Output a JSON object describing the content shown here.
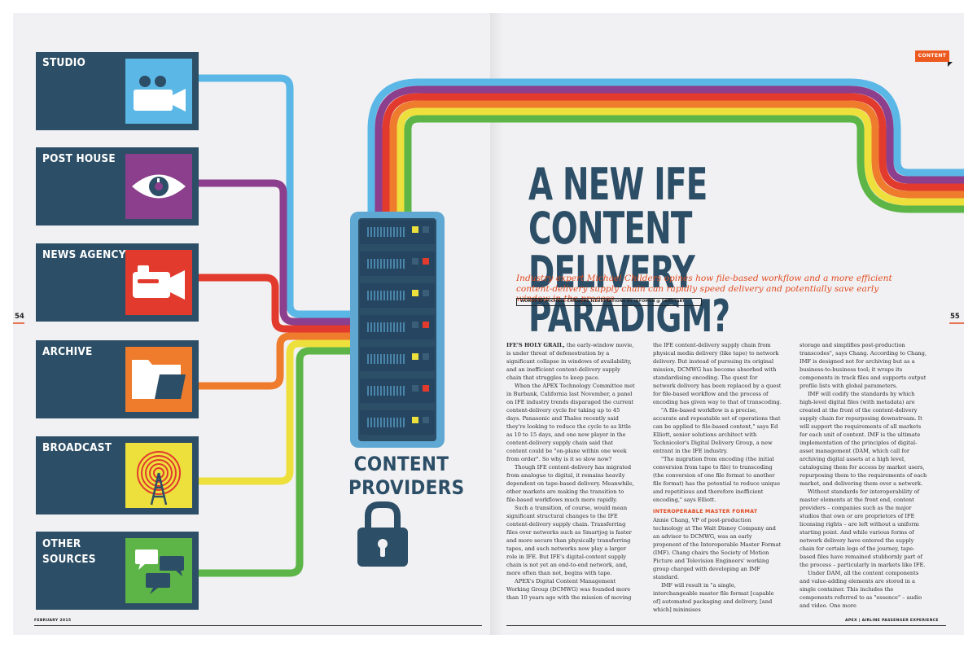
{
  "sources": [
    {
      "label": "STUDIO",
      "icon": "movie-camera-icon",
      "color": "#5bb7e6"
    },
    {
      "label": "POST HOUSE",
      "icon": "eye-icon",
      "color": "#8b3f8c"
    },
    {
      "label": "NEWS AGENCY",
      "icon": "video-camera-icon",
      "color": "#e23b2e"
    },
    {
      "label": "ARCHIVE",
      "icon": "folder-icon",
      "color": "#ee7c2c"
    },
    {
      "label": "BROADCAST",
      "icon": "broadcast-tower-icon",
      "color": "#ede03c"
    },
    {
      "label": "OTHER\nSOURCES",
      "icon": "chat-bubbles-icon",
      "color": "#5cb546"
    }
  ],
  "hub": {
    "title": "CONTENT\nPROVIDERS",
    "icon": "padlock-icon"
  },
  "page_left": {
    "number": "54",
    "footer": "FEBRUARY 2015"
  },
  "page_right": {
    "number": "55",
    "footer": "APEX | AIRLINE PASSENGER EXPERIENCE",
    "section_tag": "CONTENT"
  },
  "article": {
    "headline": "A NEW IFE CONTENT\nDELIVERY PARADIGM?",
    "standfirst": "Industry expert Michael Childers opines how file-based workflow and a more efficient content-delivery supply chain can rapidly speed delivery and potentially save early window in the process",
    "credits": "WORDS BY MICHAEL CHILDERS   ILLUSTRATIONS BY INFOMEN @ DEBUTART",
    "col1": {
      "lead": "IFE'S HOLY GRAIL,",
      "p1": " the early-window movie, is under threat of defenestration by a significant collapse in windows of availability, and an inefficient content-delivery supply chain that struggles to keep pace.",
      "p2": "When the APEX Technology Committee met in Burbank, California last November, a panel on IFE industry trends disparaged the current content-delivery cycle for taking up to 45 days. Panasonic and Thales recently said they're looking to reduce the cycle to as little as 10 to 15 days, and one new player in the content-delivery supply chain said that content could be \"on-plane within one week from order\". So why is it so slow now?",
      "p3": "Though IFE content-delivery has migrated from analogue to digital, it remains heavily dependent on tape-based delivery. Meanwhile, other markets are making the transition to file-based workflows much more rapidly.",
      "p4": "Such a transition, of course, would mean significant structural changes to the IFE content-delivery supply chain. Transferring files over networks such as Smartjog is faster and more secure than physically transferring tapes, and such networks now play a larger role in IFE. But IFE's digital-content supply chain is not yet an end-to-end network, and, more often than not, begins with tape.",
      "p5": "APEX's Digital Content Management Working Group (DCMWG) was founded more than 10 years ago with the mission of moving"
    },
    "col2": {
      "p1": "the IFE content-delivery supply chain from physical media delivery (like tape) to network delivery. But instead of pursuing its original mission, DCMWG has become absorbed with standardising encoding. The quest for network delivery has been replaced by a quest for file-based workflow and the process of encoding has given way to that of transcoding.",
      "p2": "\"A file-based workflow is a precise, accurate and repeatable set of operations that can be applied to file-based content,\" says Ed Elliott, senior solutions architect with Technicolor's Digital Delivery Group, a new entrant in the IFE industry.",
      "p3": "\"The migration from encoding (the initial conversion from tape to file) to transcoding (the conversion of one file format to another file format) has the potential to reduce unique and repetitious and therefore inefficient encoding,\" says Elliott.",
      "subhead": "INTEROPERABLE MASTER FORMAT",
      "p4": "Annie Chang, VP of post-production technology at The Walt Disney Company and an advisor to DCMWG, was an early proponent of the Interoperable Master Format (IMF). Chang chairs the Society of Motion Picture and Television Engineers' working group charged with developing an IMF standard.",
      "p5": "IMF will result in \"a single, interchangeable master file format [capable of] automated packaging and delivery, [and which] minimises"
    },
    "col3": {
      "p1": "storage and simplifies post-production transcodes\", says Chang. According to Chang, IMF is designed not for archiving but as a business-to-business tool; it wraps its components in track files and supports output profile lists with global parameters.",
      "p2": "IMF will codify the standards by which high-level digital files (with metadata) are created at the front of the content-delivery supply chain for repurposing downstream. It will support the requirements of all markets for each unit of content. IMF is the ultimate implementation of the principles of digital-asset management (DAM, which call for archiving digital assets at a high level, cataloguing them for access by market users, repurposing them to the requirements of each market, and delivering them over a network.",
      "p3": "Without standards for interoperability of master elements at the front end, content providers – companies such as the major studios that own or are proprietors of IFE licensing rights – are left without a uniform starting point. And while various forms of network delivery have entered the supply chain for certain legs of the journey, tape-based files have remained stubbornly part of the process – particularly in markets like IFE.",
      "p4": "Under DAM, all the content components and value-adding elements are stored in a single container. This includes the components referred to as \"essence\" – audio and video. One more"
    }
  }
}
